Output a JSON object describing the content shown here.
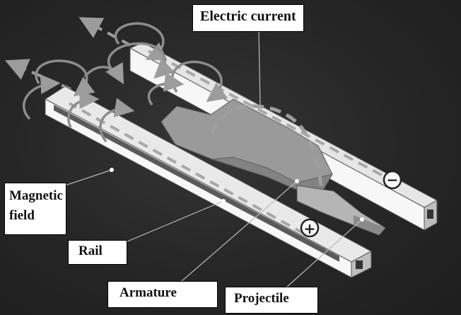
{
  "labels": {
    "electric_current": "Electric current",
    "magnetic_field": "Magnetic field",
    "rail": "Rail",
    "armature": "Armature",
    "projectile": "Projectile"
  },
  "symbols": {
    "negative": "−",
    "positive": "+"
  },
  "colors": {
    "background": "#262626",
    "rail_face": "#f2f2f2",
    "rail_side": "#c8c8c8",
    "armature": "#9a9a9a",
    "field_arrows": "#8c8c8c",
    "current_arrows": "#9e9e9e"
  }
}
